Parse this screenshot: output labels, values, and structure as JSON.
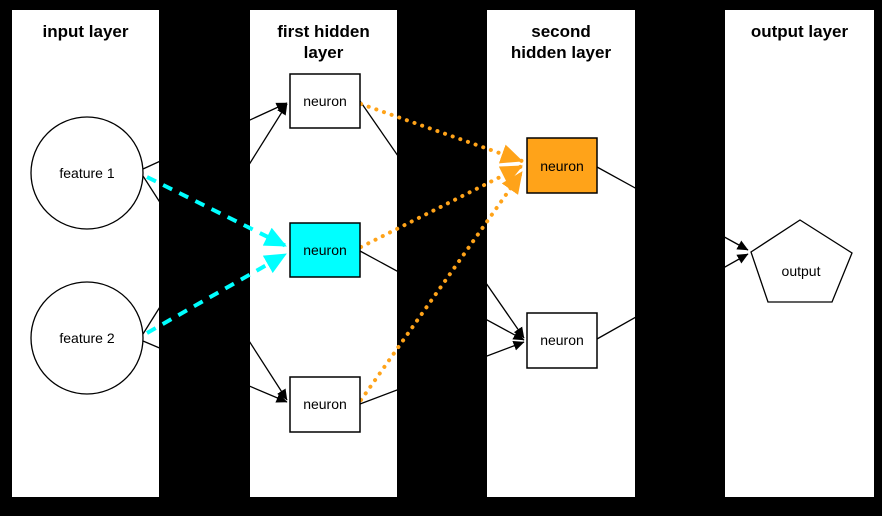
{
  "diagram": {
    "type": "neural-network-architecture",
    "colors": {
      "background": "#000000",
      "panel_fill": "#ffffff",
      "node_stroke": "#000000",
      "edge_black": "#000000",
      "highlight_cyan": "#00ffff",
      "highlight_orange": "#ffa319"
    },
    "layers": [
      {
        "title": "input layer",
        "title_lines": [
          "input layer"
        ],
        "nodes": [
          {
            "label": "feature 1",
            "shape": "circle",
            "fill": "white"
          },
          {
            "label": "feature 2",
            "shape": "circle",
            "fill": "white"
          }
        ]
      },
      {
        "title": "first hidden layer",
        "title_lines": [
          "first hidden",
          "layer"
        ],
        "nodes": [
          {
            "label": "neuron",
            "shape": "rect",
            "fill": "white"
          },
          {
            "label": "neuron",
            "shape": "rect",
            "fill": "cyan"
          },
          {
            "label": "neuron",
            "shape": "rect",
            "fill": "white"
          }
        ]
      },
      {
        "title": "second hidden layer",
        "title_lines": [
          "second",
          "hidden layer"
        ],
        "nodes": [
          {
            "label": "neuron",
            "shape": "rect",
            "fill": "orange"
          },
          {
            "label": "neuron",
            "shape": "rect",
            "fill": "white"
          }
        ]
      },
      {
        "title": "output layer",
        "title_lines": [
          "output layer"
        ],
        "nodes": [
          {
            "label": "output",
            "shape": "pentagon",
            "fill": "white"
          }
        ]
      }
    ],
    "edges": [
      {
        "from": "feature 1",
        "to": "hidden1 neuron top",
        "style": "solid-black-arrow"
      },
      {
        "from": "feature 1",
        "to": "hidden1 neuron bottom",
        "style": "solid-black-arrow"
      },
      {
        "from": "feature 2",
        "to": "hidden1 neuron top",
        "style": "solid-black-arrow"
      },
      {
        "from": "feature 2",
        "to": "hidden1 neuron bottom",
        "style": "solid-black-arrow"
      },
      {
        "from": "feature 1",
        "to": "hidden1 neuron middle (cyan)",
        "style": "dashed-cyan-arrow"
      },
      {
        "from": "feature 2",
        "to": "hidden1 neuron middle (cyan)",
        "style": "dashed-cyan-arrow"
      },
      {
        "from": "hidden1 neuron top",
        "to": "hidden2 neuron bottom",
        "style": "solid-black-arrow"
      },
      {
        "from": "hidden1 neuron middle (cyan)",
        "to": "hidden2 neuron bottom",
        "style": "solid-black-arrow"
      },
      {
        "from": "hidden1 neuron bottom",
        "to": "hidden2 neuron bottom",
        "style": "solid-black-arrow"
      },
      {
        "from": "hidden1 neuron top",
        "to": "hidden2 neuron top (orange)",
        "style": "dotted-orange-arrow"
      },
      {
        "from": "hidden1 neuron middle (cyan)",
        "to": "hidden2 neuron top (orange)",
        "style": "dotted-orange-arrow"
      },
      {
        "from": "hidden1 neuron bottom",
        "to": "hidden2 neuron top (orange)",
        "style": "dotted-orange-arrow"
      },
      {
        "from": "hidden2 neuron top (orange)",
        "to": "output",
        "style": "solid-black-arrow"
      },
      {
        "from": "hidden2 neuron bottom",
        "to": "output",
        "style": "solid-black-arrow"
      }
    ]
  }
}
